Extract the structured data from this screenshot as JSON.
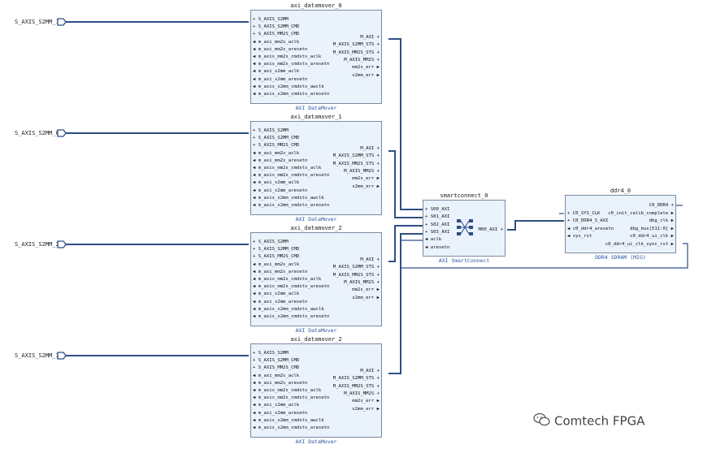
{
  "external_ports": [
    {
      "label": "S_AXIS_S2MM_1"
    },
    {
      "label": "S_AXIS_S2MM_0"
    },
    {
      "label": "S_AXIS_S2MM_2"
    },
    {
      "label": "S_AXIS_S2MM_3"
    }
  ],
  "datamovers": [
    {
      "title": "axi_datamover_0",
      "subtitle": "AXI DataMover"
    },
    {
      "title": "axi_datamover_1",
      "subtitle": "AXI DataMover"
    },
    {
      "title": "axi_datamover_2",
      "subtitle": "AXI DataMover"
    },
    {
      "title": "axi_datamover_2",
      "subtitle": "AXI DataMover"
    }
  ],
  "datamover_left_pins": [
    "S_AXIS_S2MM",
    "S_AXIS_S2MM_CMD",
    "S_AXIS_MM2S_CMD",
    "m_axi_mm2s_aclk",
    "m_axi_mm2s_aresetn",
    "m_axis_mm2s_cmdsts_aclk",
    "m_axis_mm2s_cmdsts_aresetn",
    "m_axi_s2mm_aclk",
    "m_axi_s2mm_aresetn",
    "m_axis_s2mm_cmdsts_awclk",
    "m_axis_s2mm_cmdsts_aresetn"
  ],
  "datamover_right_pins": [
    "M_AXI",
    "M_AXIS_S2MM_STS",
    "M_AXIS_MM2S_STS",
    "M_AXIS_MM2S",
    "mm2s_err",
    "s2mm_err"
  ],
  "smartconnect": {
    "title": "smartconnect_0",
    "subtitle": "AXI SmartConnect",
    "left_pins": [
      "S00_AXI",
      "S01_AXI",
      "S02_AXI",
      "S03_AXI",
      "aclk",
      "aresetn"
    ],
    "right_pins": [
      "M00_AXI"
    ]
  },
  "ddr4": {
    "title": "ddr4_0",
    "subtitle": "DDR4 SDRAM (MIG)",
    "left_pins": [
      "C0_SYS_CLK",
      "C0_DDR4_S_AXI",
      "c0_ddr4_aresetn",
      "sys_rst"
    ],
    "right_pins": [
      "C0_DDR4",
      "c0_init_calib_complete",
      "dbg_clk",
      "dbg_bus[511:0]",
      "c0_ddr4_ui_clk",
      "c0_ddr4_ui_clk_sync_rst"
    ]
  },
  "watermark": "Comtech FPGA",
  "colors": {
    "wire": "#2e4f86",
    "block_fill": "#eaf2fb",
    "block_border": "#7a8ba4",
    "subtitle": "#2a55a0"
  }
}
